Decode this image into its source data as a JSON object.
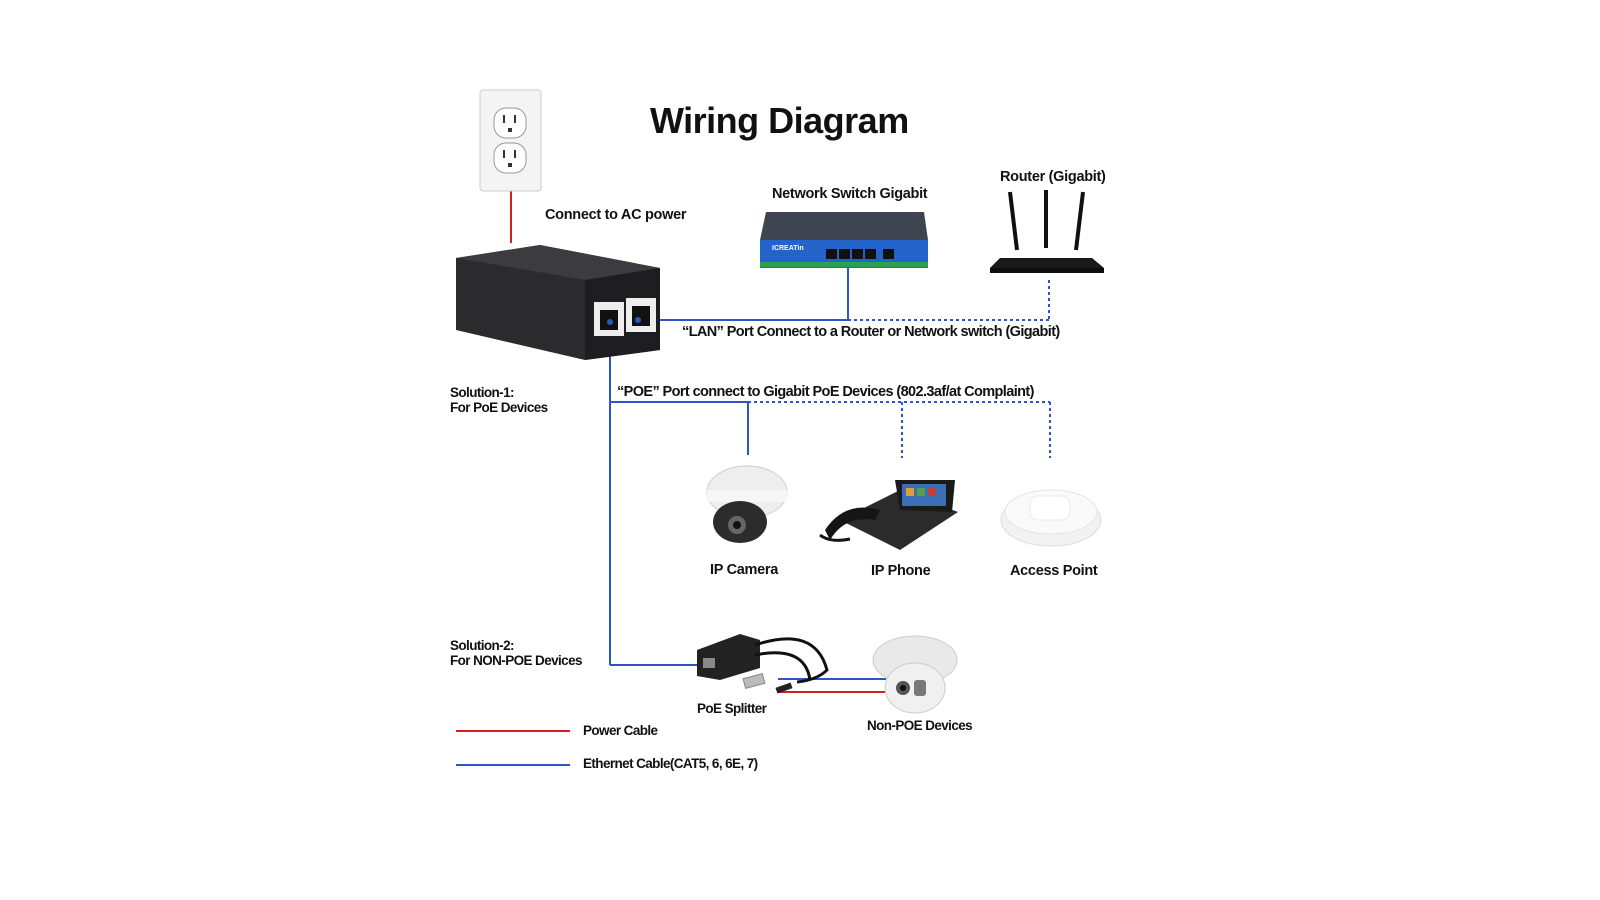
{
  "title": "Wiring Diagram",
  "labels": {
    "ac_power": "Connect to AC power",
    "switch": "Network Switch Gigabit",
    "router": "Router (Gigabit)",
    "lan_port": "“LAN” Port Connect to a Router or Network switch (Gigabit)",
    "poe_port": "“POE” Port connect to Gigabit PoE Devices (802.3af/at Complaint)",
    "solution1_line1": "Solution-1:",
    "solution1_line2": "For PoE Devices",
    "solution2_line1": "Solution-2:",
    "solution2_line2": "For NON-POE Devices",
    "ip_camera": "IP Camera",
    "ip_phone": "IP Phone",
    "access_point": "Access Point",
    "poe_splitter": "PoE Splitter",
    "non_poe": "Non-POE Devices"
  },
  "legend": [
    {
      "label": "Power Cable",
      "color": "#d02020"
    },
    {
      "label": "Ethernet Cable(CAT5, 6, 6E, 7)",
      "color": "#2b55c8"
    }
  ],
  "switch_brand": "ICREATin",
  "colors": {
    "power": "#d02020",
    "ethernet": "#2b55c8"
  }
}
